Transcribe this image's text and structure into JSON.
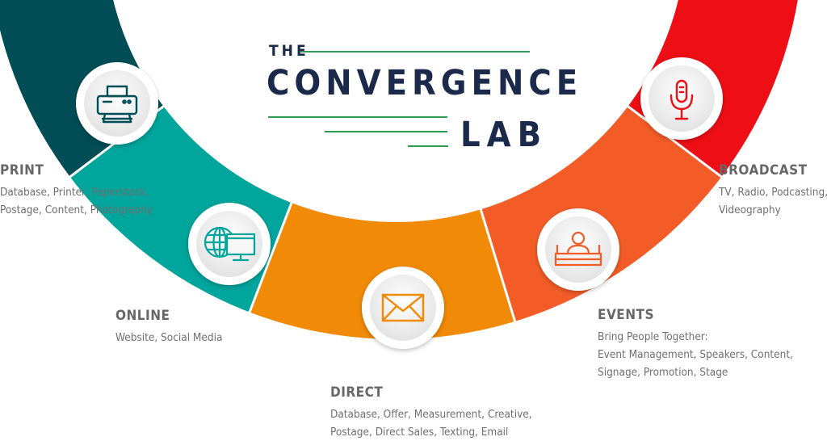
{
  "title": {
    "the": "THE",
    "main": "CONVERGENCE",
    "lab": "LAB"
  },
  "segments": [
    {
      "id": "print",
      "color": "#004d56"
    },
    {
      "id": "online",
      "color": "#00a59c"
    },
    {
      "id": "direct",
      "color": "#f18a06"
    },
    {
      "id": "events",
      "color": "#f35c27"
    },
    {
      "id": "broadcast",
      "color": "#ee0e15"
    }
  ],
  "icons": {
    "print": {
      "name": "printer-icon",
      "color": "#004d56"
    },
    "online": {
      "name": "globe-monitor-icon",
      "color": "#00a59c"
    },
    "direct": {
      "name": "envelope-icon",
      "color": "#f18a06"
    },
    "events": {
      "name": "speaker-podium-icon",
      "color": "#f35c27"
    },
    "broadcast": {
      "name": "microphone-icon",
      "color": "#ee0e15"
    }
  },
  "labels": {
    "print": {
      "heading": "PRINT",
      "lines": [
        "Database, Printer, Paperstock,",
        "Postage, Content, Photography"
      ]
    },
    "online": {
      "heading": "ONLINE",
      "lines": [
        "Website, Social Media"
      ]
    },
    "direct": {
      "heading": "DIRECT",
      "lines": [
        "Database, Offer, Measurement, Creative,",
        "Postage, Direct Sales, Texting, Email"
      ]
    },
    "events": {
      "heading": "EVENTS",
      "lines": [
        "Bring People Together:",
        "Event Management, Speakers, Content,",
        "Signage, Promotion, Stage"
      ]
    },
    "broadcast": {
      "heading": "BROADCAST",
      "lines": [
        "TV, Radio, Podcasting,",
        "Videography"
      ]
    }
  }
}
